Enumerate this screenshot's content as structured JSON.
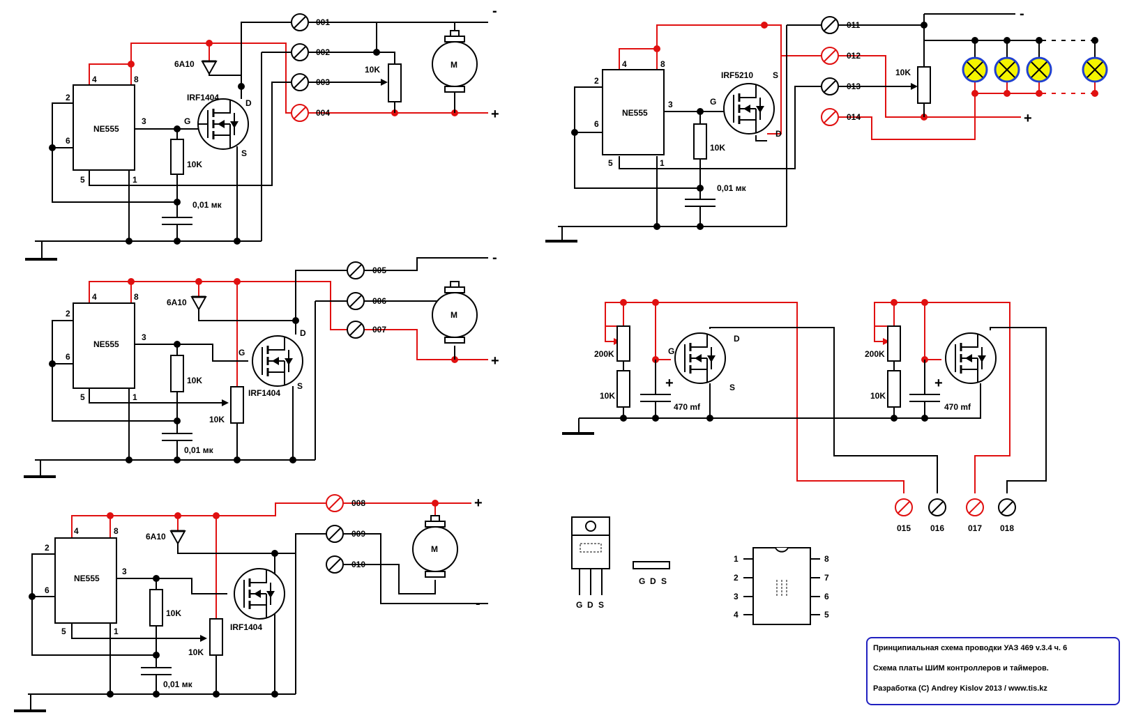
{
  "parts": {
    "ic_name": "NE555",
    "mosfet_main": "IRF1404",
    "mosfet_alt": "IRF5210",
    "diode": "6A10",
    "r10k": "10K",
    "r200k": "200K",
    "cap_small": "0,01 мк",
    "cap_big": "470 mf",
    "motor": "M",
    "pin_g": "G",
    "pin_d": "D",
    "pin_s": "S",
    "plus": "+",
    "minus": "-"
  },
  "ic_pins": [
    "1",
    "2",
    "3",
    "4",
    "5",
    "6",
    "8"
  ],
  "dip_pins_left": [
    "1",
    "2",
    "3",
    "4"
  ],
  "dip_pins_right": [
    "8",
    "7",
    "6",
    "5"
  ],
  "terminals": [
    "001",
    "002",
    "003",
    "004",
    "005",
    "006",
    "007",
    "008",
    "009",
    "010",
    "011",
    "012",
    "013",
    "014",
    "015",
    "016",
    "017",
    "018"
  ],
  "package_labels": [
    "G",
    "D",
    "S"
  ],
  "title_block": {
    "line1": "Принципиальная схема проводки УАЗ 469 v.3.4   ч. 6",
    "line2": "Схема платы ШИМ контроллеров и таймеров.",
    "line3": "Разработка (С) Andrey Kislov 2013 / www.tis.kz"
  },
  "colors": {
    "wire": "#000000",
    "power_wire": "#e01010",
    "lamp_fill": "#f5f500",
    "lamp_ring": "#2040d0",
    "frame": "#2020c0"
  }
}
